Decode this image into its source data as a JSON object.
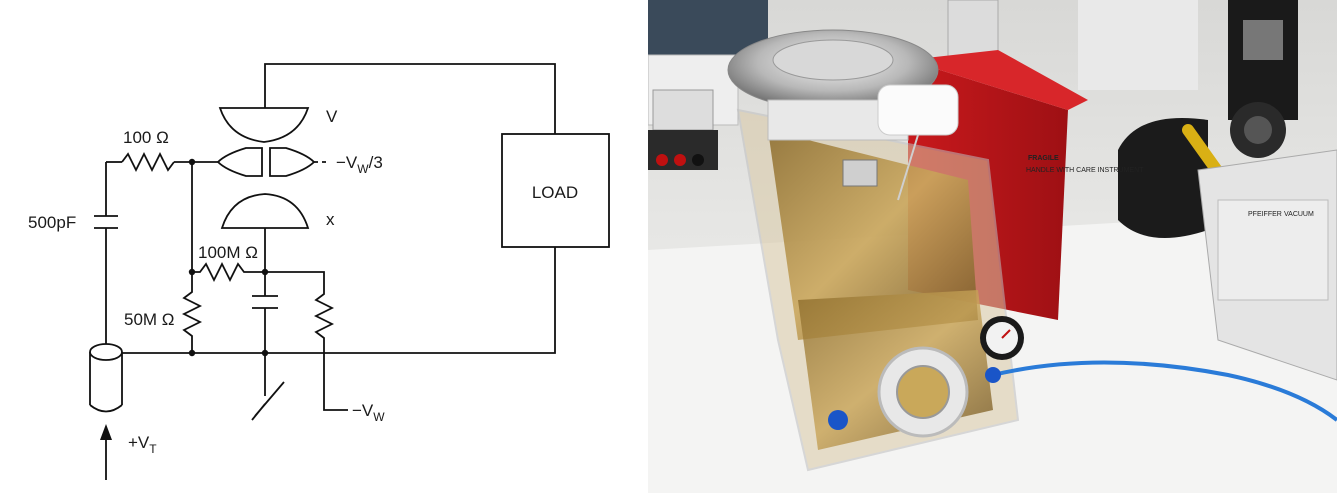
{
  "schematic": {
    "resistor_100": "100 Ω",
    "capacitor_500pF": "500pF",
    "resistor_100M": "100M Ω",
    "resistor_50M": "50M Ω",
    "electrode_v": "V",
    "electrode_x": "x",
    "mid_voltage_main": "−V",
    "mid_voltage_sub": "W",
    "mid_voltage_tail": "/3",
    "neg_vw_main": "−V",
    "neg_vw_sub": "W",
    "trigger_main": "+V",
    "trigger_sub": "T",
    "load": "LOAD"
  },
  "photo": {
    "fragile_title": "FRAGILE",
    "fragile_sub": "HANDLE WITH CARE INSTRUMENT",
    "pump_brand": "PFEIFFER",
    "pump_brand2": "VACUUM"
  }
}
